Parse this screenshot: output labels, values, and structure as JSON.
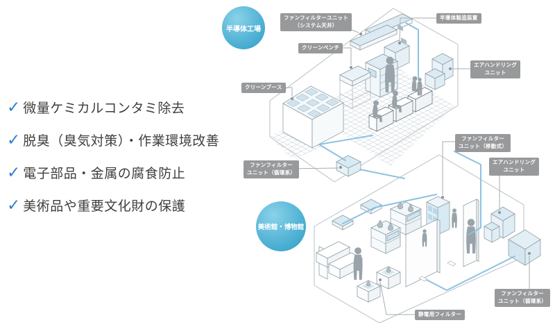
{
  "benefits": {
    "items": [
      "微量ケミカルコンタミ除去",
      "脱臭（臭気対策）・作業環境改善",
      "電子部品・金属の腐食防止",
      "美術品や重要文化財の保護"
    ]
  },
  "semiconductor": {
    "badge": "半導体工場",
    "labels": {
      "ffu_ceiling": "ファンフィルターユニット\n（システム天井）",
      "equipment": "半導体製造装置",
      "clean_bench": "クリーンベンチ",
      "ahu": "エアハンドリング\nユニット",
      "clean_booth": "クリーンブース",
      "ffu_circulation": "ファンフィルター\nユニット（循環系）"
    }
  },
  "museum": {
    "badge": "美術館・博物館",
    "labels": {
      "ffu_mobile": "ファンフィルター\nユニット（移動式）",
      "ahu": "エアハンドリング\nユニット",
      "ffu_circulation": "ファンフィルター\nユニット（循環系）",
      "electrostatic": "静電用フィルター"
    }
  },
  "colors": {
    "check": "#2e7fd0",
    "label_bg": "#98999b",
    "pipe": "#8cc2e1",
    "badge_gradient_start": "#8ad2e8",
    "badge_gradient_end": "#2f9cc6"
  }
}
